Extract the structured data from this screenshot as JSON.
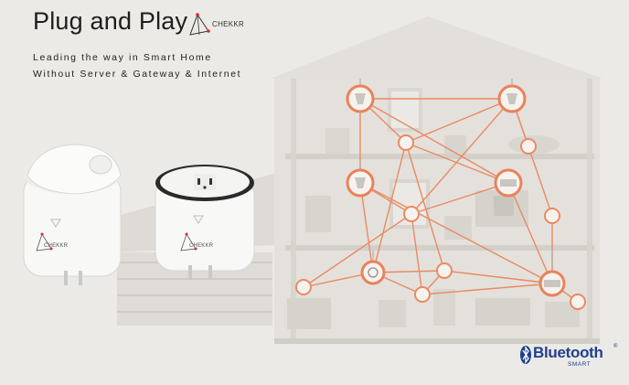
{
  "header": {
    "title": "Plug and Play",
    "logo_text": "CHEKKR",
    "tagline_1": "Leading the way in Smart Home",
    "tagline_2": "Without Server & Gateway & Internet"
  },
  "products": {
    "plug_left_brand": "CHEKKR",
    "plug_right_brand": "CHEKKR"
  },
  "badge": {
    "word": "Bluetooth",
    "registered": "®",
    "sub": "SMART"
  },
  "colors": {
    "background": "#eceae6",
    "network_line": "#e98a63",
    "node_ring": "#e9825a",
    "house": "#dcd9d4",
    "bluetooth": "#1f3f8f"
  },
  "icons": [
    "chekkr-logo-icon",
    "bluetooth-icon",
    "bulb-icon",
    "lamp-icon",
    "plug-icon"
  ]
}
